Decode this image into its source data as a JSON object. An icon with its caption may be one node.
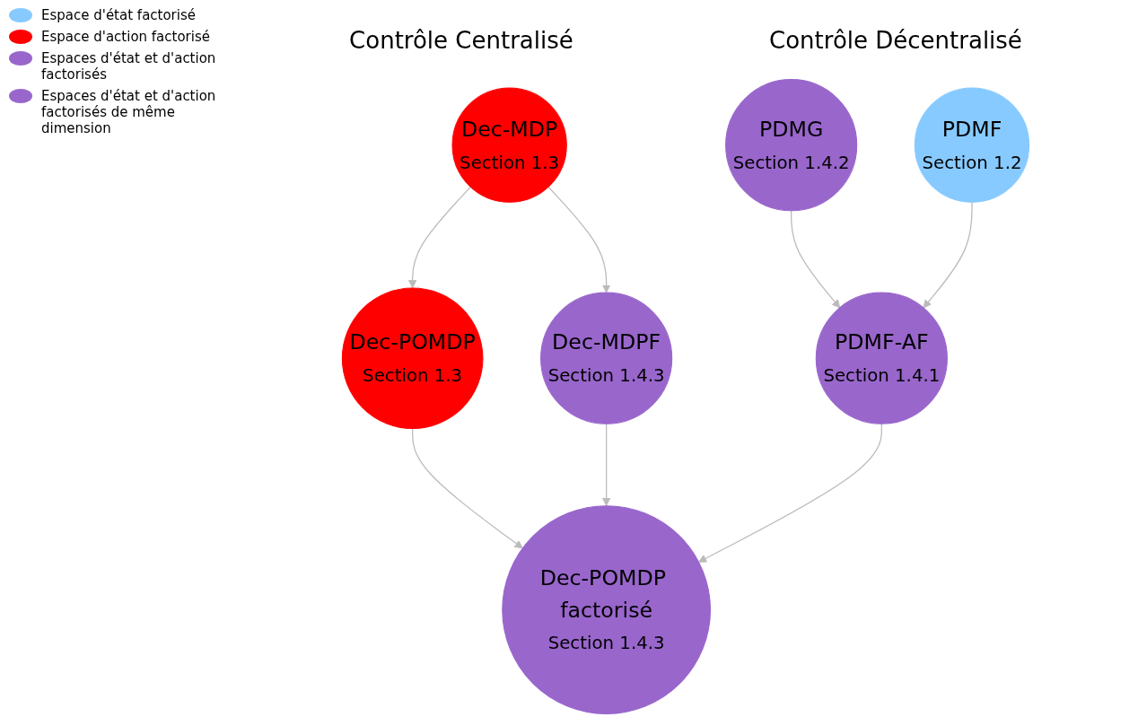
{
  "diagram": {
    "nodes": [
      {
        "text": [
          "Dec-MDP",
          "Section 1.3"
        ]
      },
      {
        "text": [
          "PDMG",
          "Section 1.4.2"
        ]
      },
      {
        "text": [
          "PDMF",
          "Section 1.2"
        ]
      },
      {
        "text": [
          "Dec-POMDP",
          "Section 1.3"
        ]
      },
      {
        "text": [
          "Dec-MDPF",
          "Section 1.4.3"
        ]
      },
      {
        "text": [
          "PDMF-AF",
          "Section 1.4.1"
        ]
      },
      {
        "text": [
          "Dec-POMDP factorisé",
          "Section 1.4.3"
        ]
      }
    ],
    "edges": [
      {
        "from": 0,
        "to": 3,
        "arrow": "to"
      },
      {
        "from": 0,
        "to": 4,
        "arrow": "to"
      },
      {
        "from": 1,
        "to": 5,
        "arrow": "to"
      },
      {
        "from": 2,
        "to": 5,
        "arrow": "to"
      },
      {
        "from": 3,
        "to": 6,
        "arrow": "to"
      },
      {
        "from": 4,
        "to": 6,
        "arrow": "to"
      },
      {
        "from": 5,
        "to": 6,
        "arrow": "to"
      }
    ],
    "labels": [
      "Contrôle Centralisé",
      "Contrôle Décentralisé"
    ],
    "legend": [
      {
        "text": "Espace d'état factorisé",
        "color": "#87caff"
      },
      {
        "text": "Espace d'action factorisé",
        "color": "#ff0000"
      },
      {
        "text": "Espaces d'état et d'action factorisés",
        "color": "#9966cc"
      },
      {
        "text": "Espaces d'état et d'action factorisés de même dimension",
        "color": "#9966cc"
      }
    ]
  }
}
